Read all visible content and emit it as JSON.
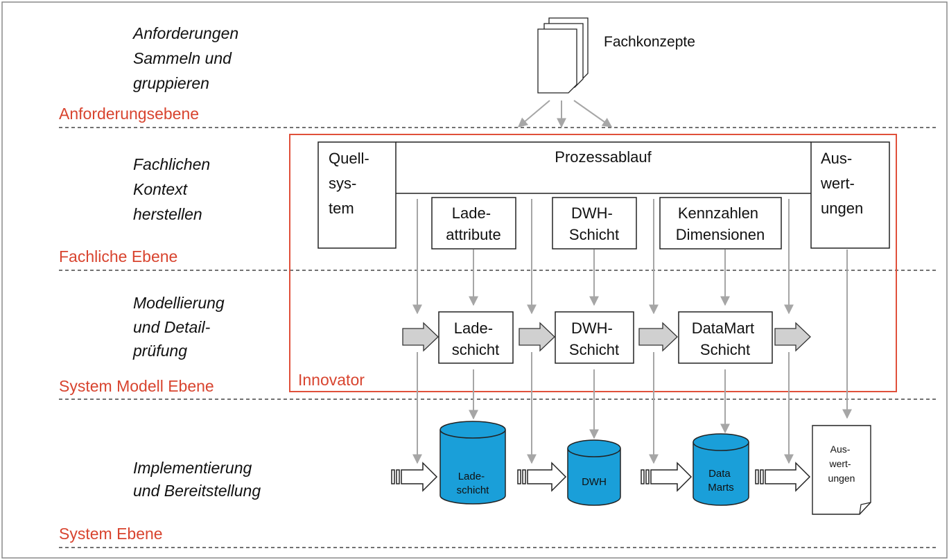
{
  "levels": [
    {
      "activity": [
        "Anforderungen",
        "Sammeln und",
        "gruppieren"
      ],
      "label": "Anforderungsebene"
    },
    {
      "activity": [
        "Fachlichen",
        "Kontext",
        "herstellen"
      ],
      "label": "Fachliche Ebene"
    },
    {
      "activity": [
        "Modellierung",
        "und Detail-",
        "prüfung"
      ],
      "label": "System Modell Ebene"
    },
    {
      "activity": [
        "Implementierung",
        "und Bereitstellung"
      ],
      "label": "System Ebene"
    }
  ],
  "documents": {
    "label": "Fachkonzepte"
  },
  "innovator": {
    "label": "Innovator"
  },
  "process": {
    "title": "Prozessablauf",
    "source": [
      "Quell-",
      "sys-",
      "tem"
    ],
    "target": [
      "Aus-",
      "wert-",
      "ungen"
    ],
    "attributes": [
      [
        "Lade-",
        "attribute"
      ],
      [
        "DWH-",
        "Schicht"
      ],
      [
        "Kennzahlen",
        "Dimensionen"
      ]
    ]
  },
  "model_layers": [
    [
      "Lade-",
      "schicht"
    ],
    [
      "DWH-",
      "Schicht"
    ],
    [
      "DataMart",
      "Schicht"
    ]
  ],
  "databases": [
    [
      "Lade-",
      "schicht"
    ],
    [
      "DWH"
    ],
    [
      "Data",
      "Marts"
    ]
  ],
  "report": [
    "Aus-",
    "wert-",
    "ungen"
  ],
  "colors": {
    "accent_red": "#d8442f",
    "database_blue": "#1a9fd9",
    "arrow_gray": "#c8c8c8",
    "connector_gray": "#a6a6a6"
  }
}
